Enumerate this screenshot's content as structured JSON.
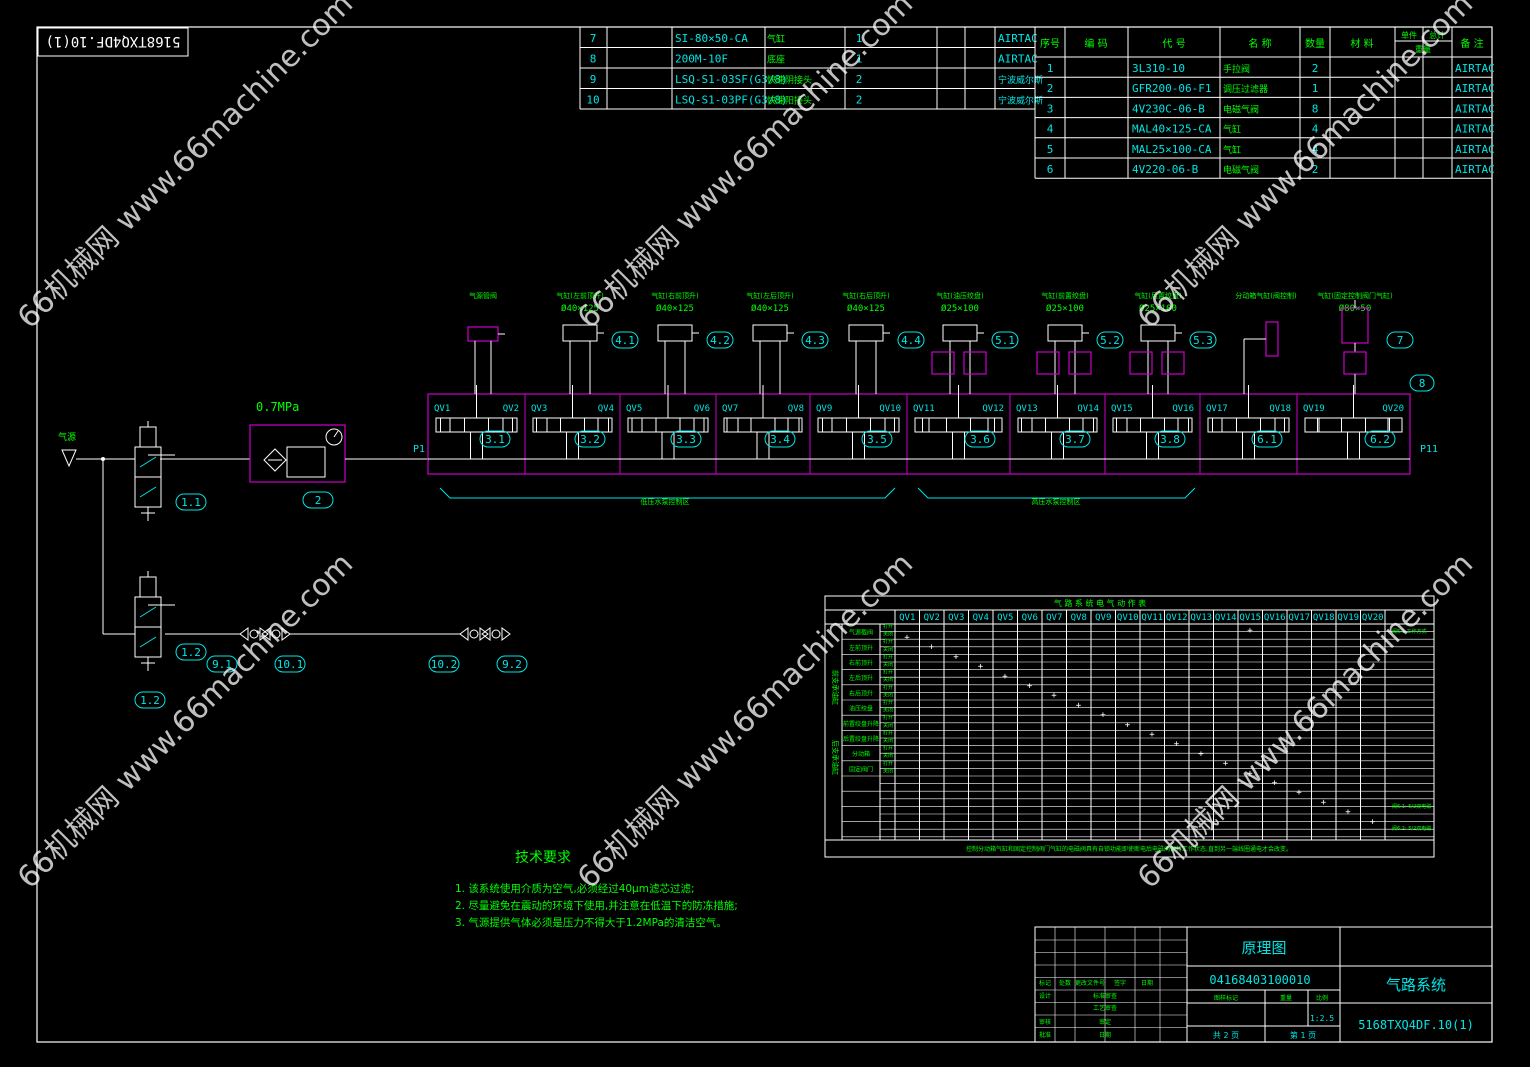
{
  "colors": {
    "frame": "#ffffff",
    "cyan": "#00e5e5",
    "green": "#00ff00",
    "magenta": "#cc00cc",
    "yellow": "#ffff00",
    "background": "#000000"
  },
  "drawing_number_mirror": "5168TXQ4DF.10(1)",
  "bom_top": [
    {
      "no": "7",
      "code": "SI-80×50-CA",
      "name": "气缸",
      "qty": "1",
      "maker": "AIRTAC"
    },
    {
      "no": "8",
      "code": "200M-10F",
      "name": "底座",
      "qty": "1",
      "maker": "AIRTAC"
    },
    {
      "no": "9",
      "code": "LSQ-S1-03SF(G3/8)",
      "name": "快速阴接头",
      "qty": "2",
      "maker": "宁波威尔斯"
    },
    {
      "no": "10",
      "code": "LSQ-S1-03PF(G3/8)",
      "name": "快速阳接头",
      "qty": "2",
      "maker": "宁波威尔斯"
    }
  ],
  "bom_header": {
    "no": "序号",
    "code_no": "编 码",
    "part": "代 号",
    "name": "名 称",
    "qty": "数量",
    "material": "材 料",
    "unit_w": "单件",
    "total_w": "总计",
    "weight": "重量",
    "remark": "备 注"
  },
  "bom_right": [
    {
      "no": "1",
      "code": "3L310-10",
      "name": "手拉阀",
      "qty": "2",
      "maker": "AIRTAC"
    },
    {
      "no": "2",
      "code": "GFR200-06-F1",
      "name": "调压过滤器",
      "qty": "1",
      "maker": "AIRTAC"
    },
    {
      "no": "3",
      "code": "4V230C-06-B",
      "name": "电磁气阀",
      "qty": "8",
      "maker": "AIRTAC"
    },
    {
      "no": "4",
      "code": "MAL40×125-CA",
      "name": "气缸",
      "qty": "4",
      "maker": "AIRTAC"
    },
    {
      "no": "5",
      "code": "MAL25×100-CA",
      "name": "气缸",
      "qty": "4",
      "maker": "AIRTAC"
    },
    {
      "no": "6",
      "code": "4V220-06-B",
      "name": "电磁气阀",
      "qty": "2",
      "maker": "AIRTAC"
    }
  ],
  "schematic": {
    "pressure": "0.7MPa",
    "source_label": "气源",
    "p1": "P1",
    "p11": "P11",
    "actuators": [
      {
        "title": "气源管阀",
        "size": "",
        "tag": ""
      },
      {
        "title": "气缸(左前顶升)",
        "size": "Ø40×125",
        "tag": "4.1"
      },
      {
        "title": "气缸(右前顶升)",
        "size": "Ø40×125",
        "tag": "4.2"
      },
      {
        "title": "气缸(左后顶升)",
        "size": "Ø40×125",
        "tag": "4.3"
      },
      {
        "title": "气缸(右后顶升)",
        "size": "Ø40×125",
        "tag": "4.4"
      },
      {
        "title": "气缸(油压绞盘)",
        "size": "Ø25×100",
        "tag": "5.1"
      },
      {
        "title": "气缸(前置绞盘)",
        "size": "Ø25×100",
        "tag": "5.2"
      },
      {
        "title": "气缸(后置绞盘)",
        "size": "Ø25×100",
        "tag": "5.3"
      },
      {
        "title": "分动箱气缸(阀控制)",
        "size": "",
        "tag": ""
      },
      {
        "title": "气缸(固定控制阀门气缸)",
        "size": "Ø80×50",
        "tag": "7"
      }
    ],
    "valves": [
      {
        "l": "QV1",
        "r": "QV2",
        "tag": "3.1"
      },
      {
        "l": "QV3",
        "r": "QV4",
        "tag": "3.2"
      },
      {
        "l": "QV5",
        "r": "QV6",
        "tag": "3.3"
      },
      {
        "l": "QV7",
        "r": "QV8",
        "tag": "3.4"
      },
      {
        "l": "QV9",
        "r": "QV10",
        "tag": "3.5"
      },
      {
        "l": "QV11",
        "r": "QV12",
        "tag": "3.6"
      },
      {
        "l": "QV13",
        "r": "QV14",
        "tag": "3.7"
      },
      {
        "l": "QV15",
        "r": "QV16",
        "tag": "3.8"
      },
      {
        "l": "QV17",
        "r": "QV18",
        "tag": "6.1"
      },
      {
        "l": "QV19",
        "r": "QV20",
        "tag": "6.2"
      }
    ],
    "manifold_tag": "8",
    "tags": {
      "filter": "2",
      "valve_a": "1.1",
      "valve_b": "1.2",
      "cs": "9.1",
      "cp": "10.1",
      "cp2": "10.2",
      "cs2": "9.2"
    },
    "group_left": "低压水泵控制区",
    "group_right": "高压水泵控制区"
  },
  "logic_table": {
    "title": "气 路 系 统 电 气 动 作 表",
    "cols": [
      "QV1",
      "QV2",
      "QV3",
      "QV4",
      "QV5",
      "QV6",
      "QV7",
      "QV8",
      "QV9",
      "QV10",
      "QV11",
      "QV12",
      "QV13",
      "QV14",
      "QV15",
      "QV16",
      "QV17",
      "QV18",
      "QV19",
      "QV20"
    ],
    "groups": [
      "前支承油缸",
      "后支承油缸"
    ],
    "rows": [
      "气源截阀",
      "左前顶升",
      "右前顶升",
      "左后顶升",
      "右后顶升",
      "油压绞盘",
      "前置绞盘升降",
      "后置绞盘升降",
      "分动箱",
      "固定阀门"
    ],
    "states": [
      "打开",
      "关闭"
    ],
    "notes": [
      "阀6.1: 5/2双电磁",
      "阀6.2: 5/2双电磁",
      "阀6.1 工作方式"
    ],
    "footer": "控制分动箱气缸和固定控制阀门气缸的电磁阀具有自锁功能即使断电后电磁阀保持工作状态,直到另一端线圈通电才会改变。"
  },
  "tech_req": {
    "title": "技术要求",
    "lines": [
      "1. 该系统使用介质为空气,必须经过40μm滤芯过滤;",
      "2. 尽量避免在震动的环境下使用,并注意在低温下的防冻措施;",
      "3. 气源提供气体必须是压力不得大于1.2MPa的清洁空气。"
    ]
  },
  "title_block": {
    "title": "原理图",
    "doc_no": "04168403100010",
    "system": "气路系统",
    "drawing_no": "5168TXQ4DF.10(1)",
    "scale": "1:2.5",
    "sheets_total": "共 2 页",
    "sheet_no": "第 1 页",
    "labels": [
      "标记",
      "处数",
      "更改文件号",
      "签字",
      "日期",
      "设计",
      "标准审查",
      "审核",
      "工艺审查",
      "审定",
      "批准",
      "日期",
      "图样标记",
      "重量",
      "比例"
    ]
  },
  "watermarks": [
    "66机械网 www.66machine.com",
    "66机械网 www.66machine.com",
    "66机械网 www.66machine.com",
    "66机械网 www.66machine.com",
    "66机械网 www.66machine.com",
    "66机械网 www.66machine.com"
  ]
}
